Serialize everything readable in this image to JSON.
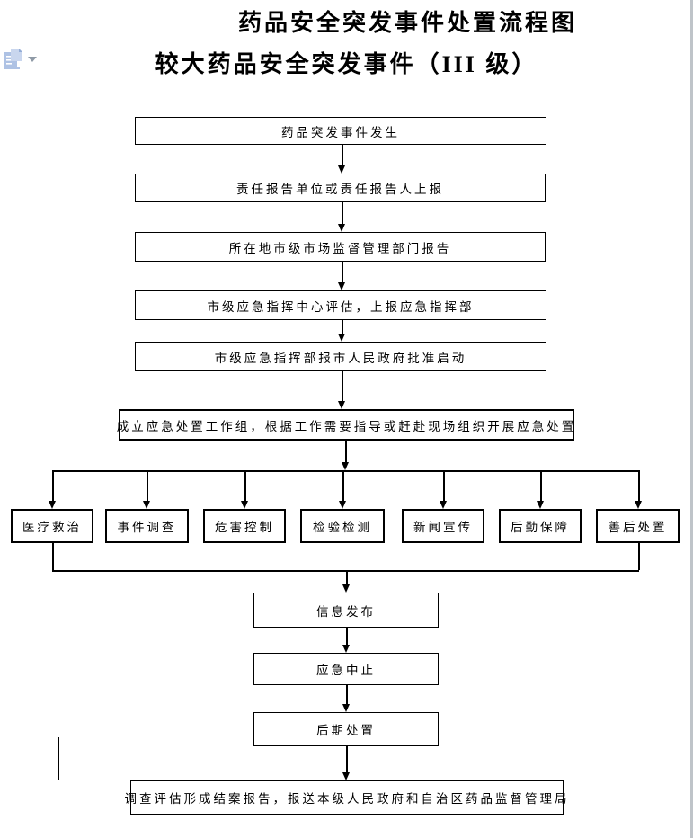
{
  "title": {
    "line1": "药品安全突发事件处置流程图",
    "line2": "较大药品安全突发事件（III 级）"
  },
  "toolbar": {
    "paste_options_icon": "clipboard-paste-icon",
    "paste_dropdown_icon": "chevron-down-icon"
  },
  "flowchart": {
    "top_sequence": [
      {
        "label": "药品突发事件发生"
      },
      {
        "label": "责任报告单位或责任报告人上报"
      },
      {
        "label": "所在地市级市场监督管理部门报告"
      },
      {
        "label": "市级应急指挥中心评估，上报应急指挥部"
      },
      {
        "label": "市级应急指挥部报市人民政府批准启动"
      },
      {
        "label": "成立应急处置工作组，根据工作需要指导或赶赴现场组织开展应急处置"
      }
    ],
    "branch_row": [
      {
        "label": "医疗救治"
      },
      {
        "label": "事件调查"
      },
      {
        "label": "危害控制"
      },
      {
        "label": "检验检测"
      },
      {
        "label": "新闻宣传"
      },
      {
        "label": "后勤保障"
      },
      {
        "label": "善后处置"
      }
    ],
    "bottom_sequence": [
      {
        "label": "信息发布"
      },
      {
        "label": "应急中止"
      },
      {
        "label": "后期处置"
      },
      {
        "label": "调查评估形成结案报告，报送本级人民政府和自治区药品监督管理局"
      }
    ]
  },
  "colors": {
    "line": "#000000",
    "page_edge": "#bfc4c9",
    "paste_icon_fill": "#b3c6e7",
    "paste_arrow": "#8f9aa6"
  }
}
